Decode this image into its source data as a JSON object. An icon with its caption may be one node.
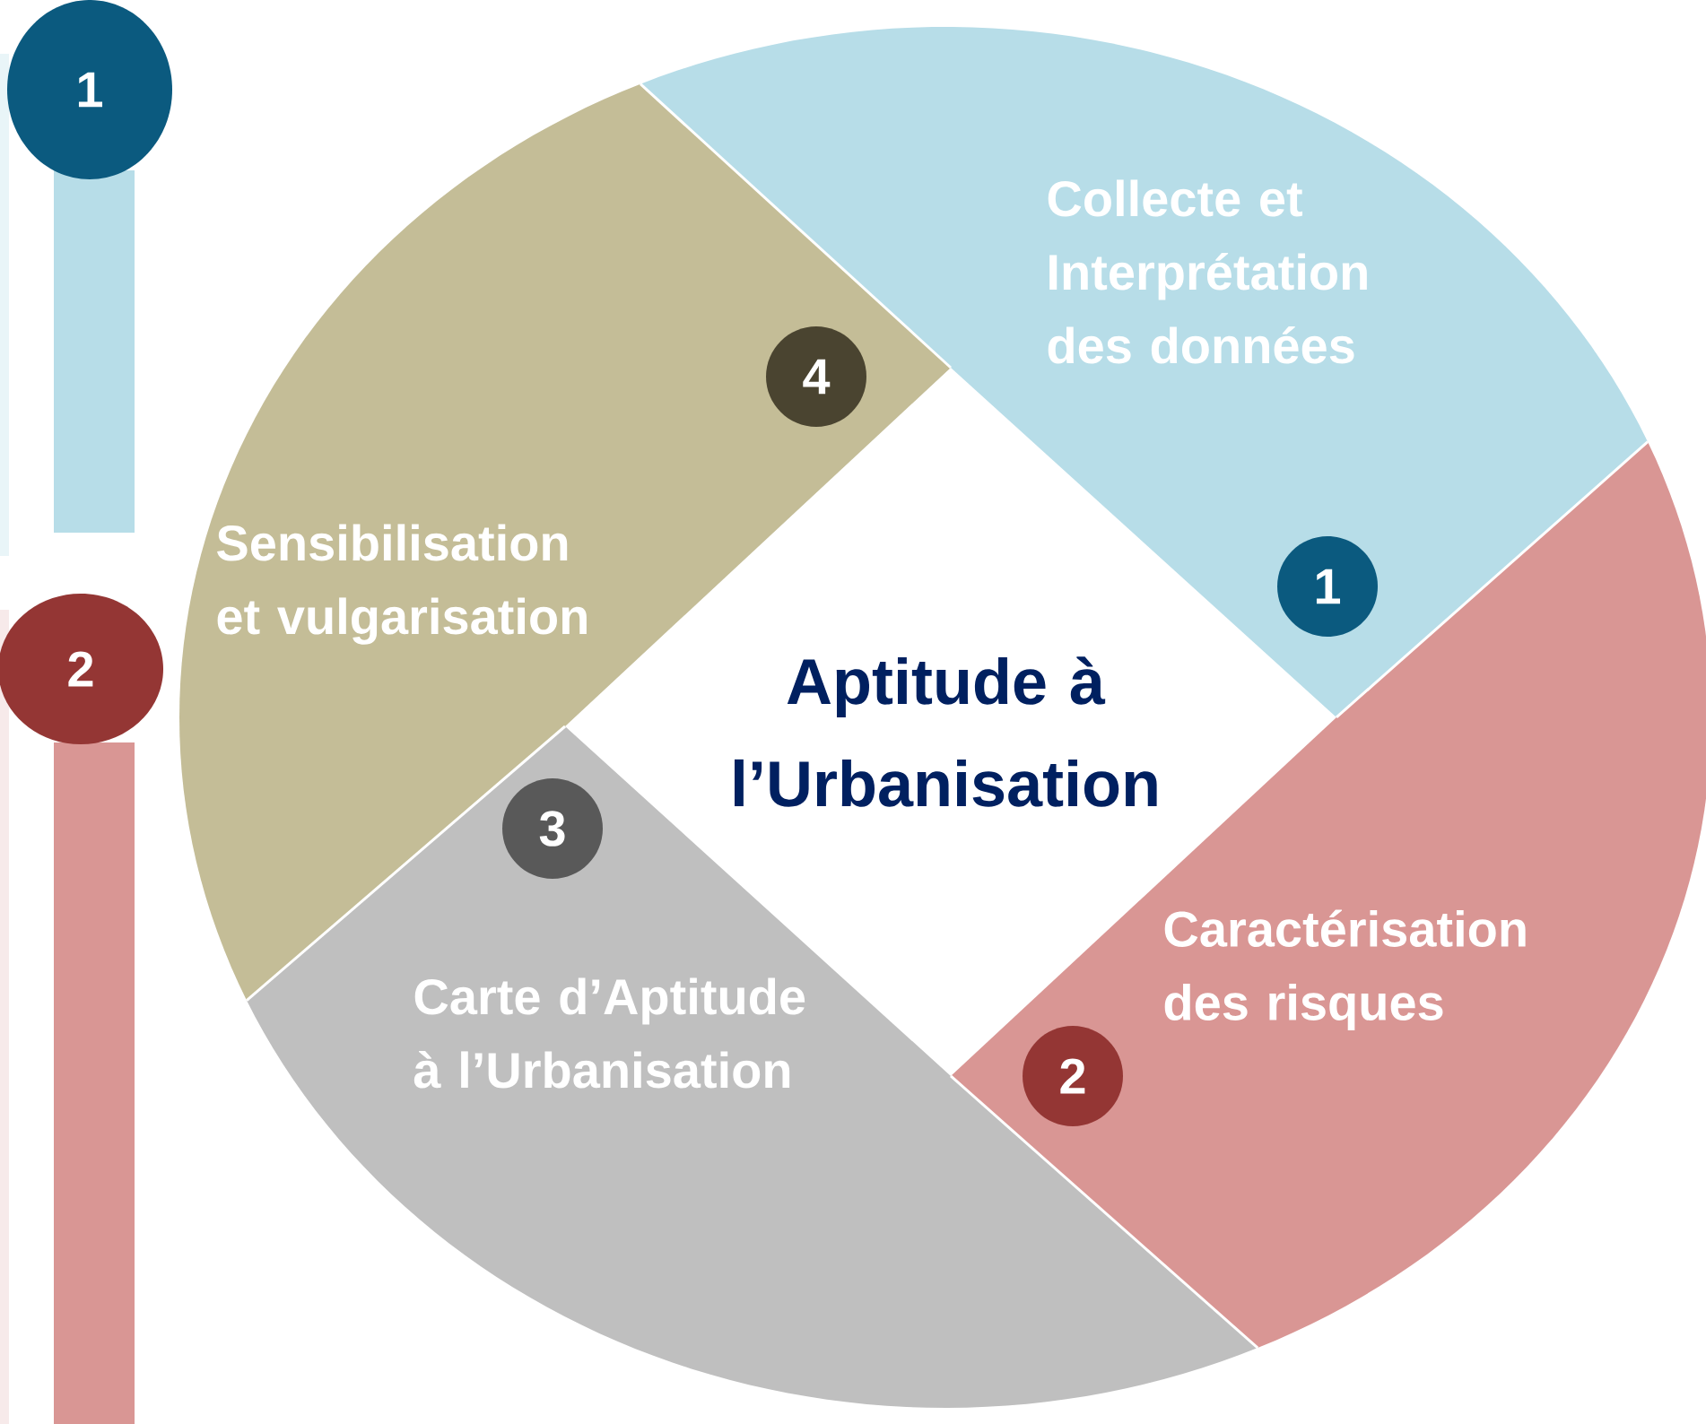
{
  "diagram": {
    "nodes": [
      {
        "text": [
          "1"
        ]
      },
      {
        "text": [],
        "shape": "bar"
      },
      {
        "text": [
          "2"
        ]
      },
      {
        "text": [],
        "shape": "bar"
      },
      {
        "text": [
          "Collecte et Interprétation des données"
        ]
      },
      {
        "text": [
          "1"
        ],
        "in": 4
      },
      {
        "text": [
          "Caractérisation des risques"
        ]
      },
      {
        "text": [
          "2"
        ],
        "in": 6
      },
      {
        "text": [
          "Carte d’Aptitude à l’Urbanisation"
        ]
      },
      {
        "text": [
          "3"
        ],
        "in": 8
      },
      {
        "text": [
          "Sensibilisation et vulgarisation"
        ]
      },
      {
        "text": [
          "4"
        ],
        "in": 10
      },
      {
        "text": [
          "Aptitude à l’Urbanisation"
        ]
      }
    ]
  }
}
